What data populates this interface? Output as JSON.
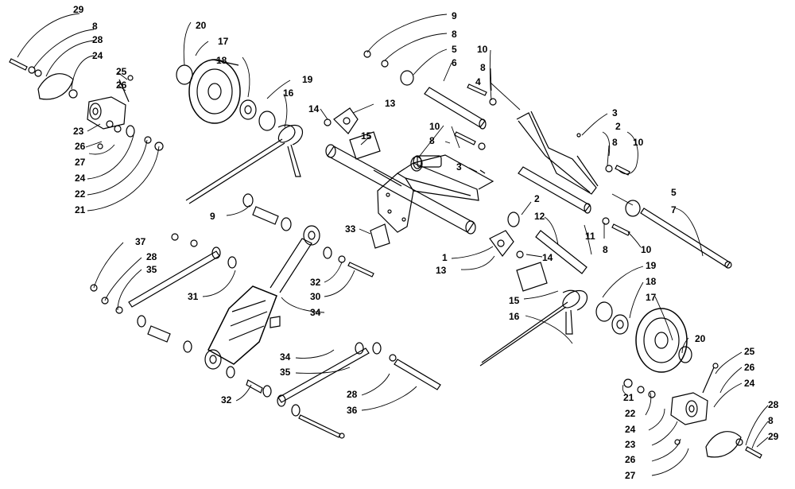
{
  "diagram": {
    "callouts": [
      "29",
      "8",
      "28",
      "24",
      "25",
      "26",
      "20",
      "17",
      "18",
      "19",
      "16",
      "14",
      "13",
      "23",
      "26",
      "27",
      "24",
      "22",
      "21",
      "15",
      "9",
      "8",
      "5",
      "6",
      "10",
      "8",
      "4",
      "3",
      "10",
      "8",
      "2",
      "10",
      "8",
      "3",
      "5",
      "7",
      "2",
      "12",
      "11",
      "8",
      "10",
      "9",
      "33",
      "1",
      "14",
      "13",
      "37",
      "28",
      "35",
      "32",
      "30",
      "34",
      "31",
      "15",
      "16",
      "19",
      "18",
      "17",
      "20",
      "25",
      "26",
      "24",
      "21",
      "22",
      "24",
      "23",
      "26",
      "27",
      "28",
      "8",
      "29",
      "34",
      "35",
      "32",
      "28",
      "36"
    ]
  }
}
